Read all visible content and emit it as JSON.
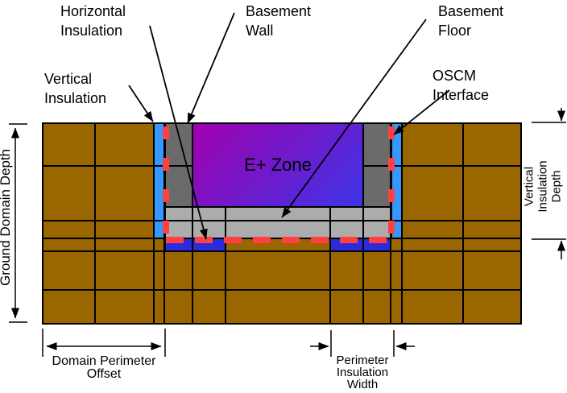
{
  "diagram": {
    "callouts": {
      "horizontal_insulation": {
        "lines": [
          "Horizontal",
          "Insulation"
        ]
      },
      "basement_wall": {
        "lines": [
          "Basement",
          "Wall"
        ]
      },
      "basement_floor": {
        "lines": [
          "Basement",
          "Floor"
        ]
      },
      "vertical_insulation": {
        "lines": [
          "Vertical",
          "Insulation"
        ]
      },
      "oscm_interface": {
        "lines": [
          "OSCM",
          "Interface"
        ]
      }
    },
    "zone": {
      "label": "E+ Zone"
    },
    "dimensions": {
      "ground_domain_depth": {
        "label": "Ground Domain Depth"
      },
      "vertical_insulation_depth": {
        "lines": [
          "Vertical Insulation",
          "Depth"
        ]
      },
      "domain_perimeter_offset": {
        "lines": [
          "Domain Perimeter",
          "Offset"
        ]
      },
      "perimeter_insulation_width": {
        "lines": [
          "Perimeter",
          "Insulation",
          "Width"
        ]
      }
    },
    "colors": {
      "ground": "#996600",
      "vertical_insulation": "#3399FF",
      "horizontal_insulation": "#2B2BDC",
      "basement_wall": "#6B6B6B",
      "basement_floor": "#ACACAC",
      "oscm_interface": "#FF4040",
      "zone_gradient_start": "#A000AE",
      "zone_gradient_end": "#3D35E8"
    }
  }
}
